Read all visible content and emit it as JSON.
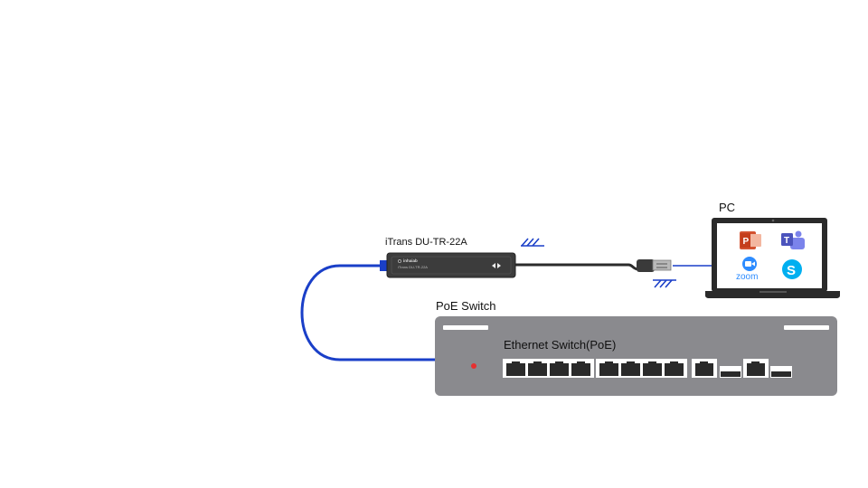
{
  "labels": {
    "pc": "PC",
    "device": "iTrans DU-TR-22A",
    "switch_caption": "PoE Switch",
    "switch_name": "Ethernet Switch(PoE)",
    "device_brand": "inhaiab",
    "device_model": "iTrans DU-TR-22A",
    "zoom_app": "zoom"
  },
  "icons": [
    "powerpoint-icon",
    "teams-icon",
    "zoom-icon",
    "skype-icon"
  ],
  "colors": {
    "ethernet_cable": "#1a3fc8",
    "usb_cable": "#2b2b2b",
    "switch_body": "#8a8a8e",
    "device_body": "#3c3c3c",
    "laptop": "#2a2a2a",
    "led": "#e63030",
    "wireless_marks": "#1a3fc8"
  }
}
